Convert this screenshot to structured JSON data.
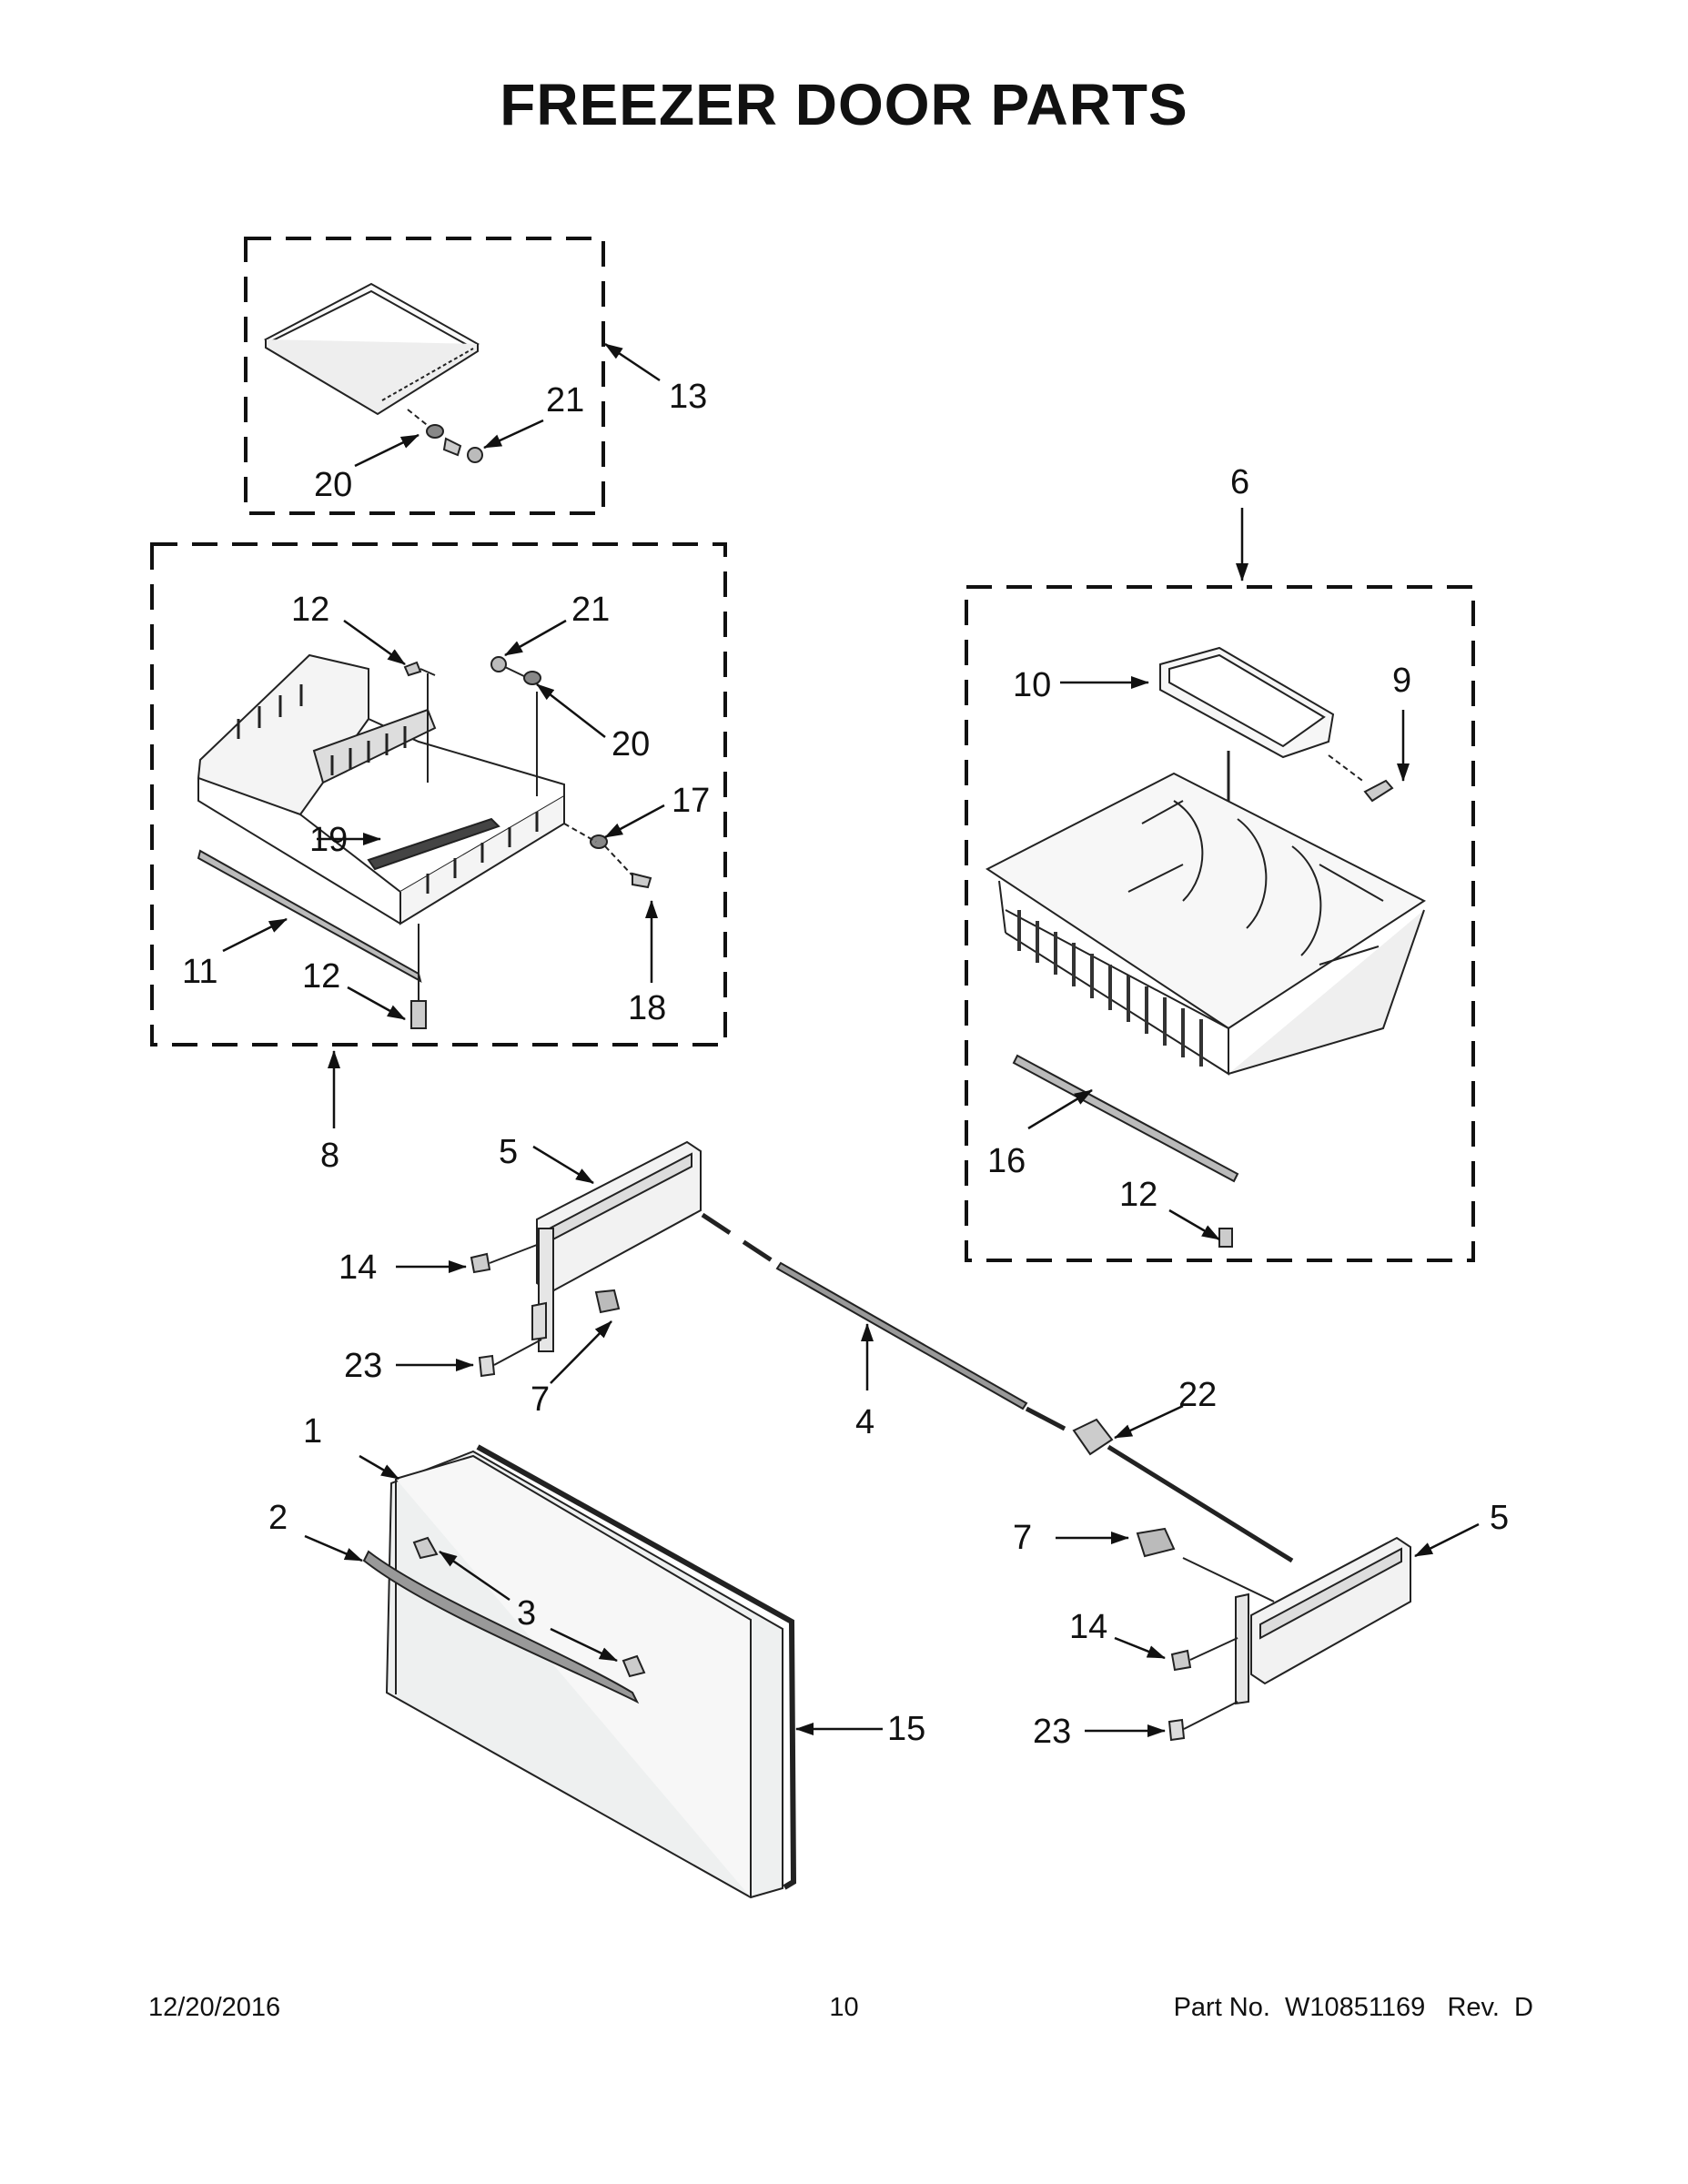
{
  "title": "FREEZER DOOR PARTS",
  "footer": {
    "date": "12/20/2016",
    "page": "10",
    "part_number": "Part No.  W10851169   Rev.  D"
  },
  "callouts": {
    "c1": "1",
    "c2": "2",
    "c3": "3",
    "c4": "4",
    "c5a": "5",
    "c5b": "5",
    "c6": "6",
    "c7a": "7",
    "c7b": "7",
    "c8": "8",
    "c9": "9",
    "c10": "10",
    "c11": "11",
    "c12a": "12",
    "c12b": "12",
    "c12c": "12",
    "c13": "13",
    "c14a": "14",
    "c14b": "14",
    "c15": "15",
    "c16": "16",
    "c17": "17",
    "c18": "18",
    "c19": "19",
    "c20a": "20",
    "c20b": "20",
    "c21a": "21",
    "c21b": "21",
    "c22": "22",
    "c23a": "23",
    "c23b": "23"
  }
}
